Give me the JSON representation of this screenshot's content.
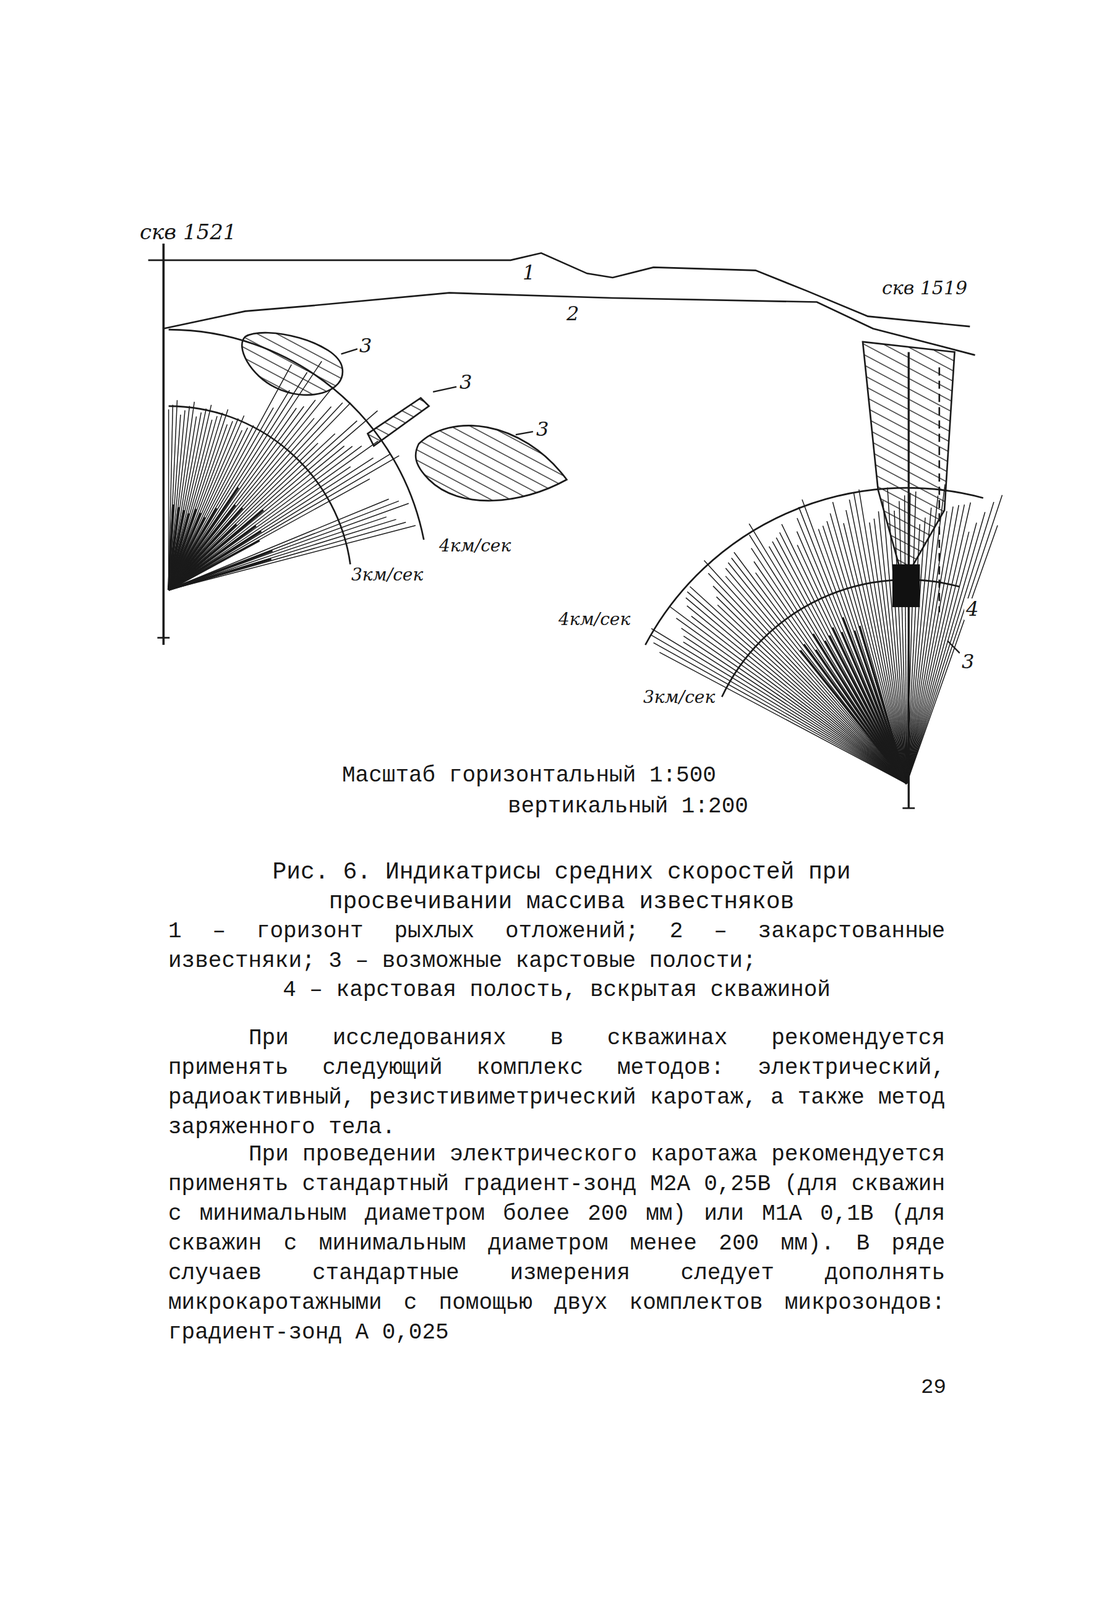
{
  "diagram": {
    "caption": "Рис. 6. Индикатрисы средних скоростей при просвечивании массива известняков",
    "labels": [
      "скв 1521",
      "скв 1519",
      "1",
      "2",
      "3",
      "3",
      "3",
      "4км/сек",
      "3км/сек",
      "4км/сек",
      "3км/сек",
      "4",
      "3",
      "Масштаб горизонтальный 1:500",
      "вертикальный 1:200",
      "1 – горизонт рыхлых отложений; 2 – закарстованные известняки; 3 – возможные карстовые полости;",
      "4 – карстовая полость, вскрытая скважиной",
      "При исследованиях в скважинах рекомендуется применять следующий комплекс методов: электрический, радиоактивный, резистивиметрический каротаж, а также метод заряженного тела.",
      "При проведении электрического каротажа рекомендуется применять стандартный градиент-зонд M2A 0,25B (для скважин с минимальным диаметром более 200 мм) или M1A 0,1B (для скважин с минимальным диаметром менее 200 мм). В ряде случаев стандартные измерения следует дополнять микрокаротажными с помощью двух комплектов микрозондов: градиент-зонд A 0,025",
      "29"
    ]
  }
}
